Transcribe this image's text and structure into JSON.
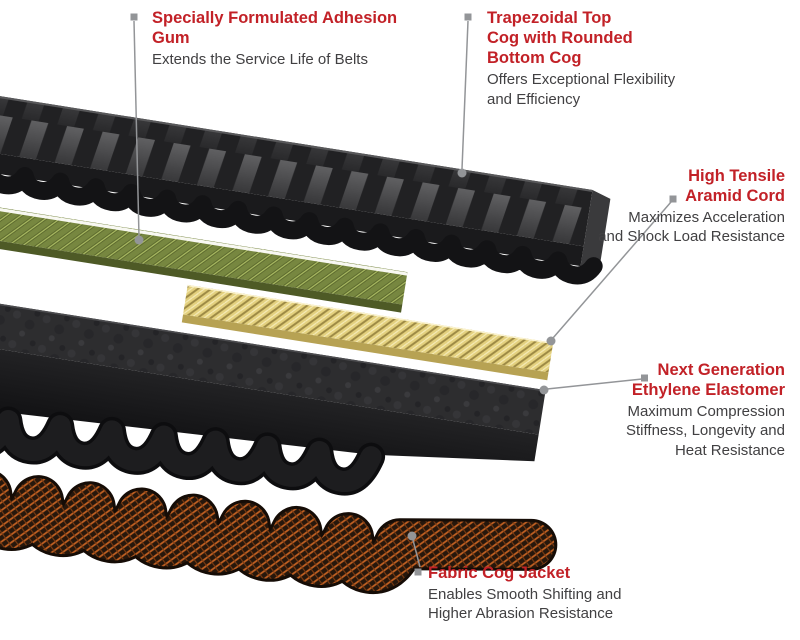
{
  "colors": {
    "accent": "#c22127",
    "text": "#414042",
    "line": "#939598"
  },
  "callouts": [
    {
      "id": "adhesion-gum",
      "title": "Specially Formulated Adhesion\nGum",
      "desc": "Extends the Service Life of Belts"
    },
    {
      "id": "top-cog",
      "title": "Trapezoidal Top\nCog with Rounded\nBottom Cog",
      "desc": "Offers Exceptional Flexibility\nand Efficiency"
    },
    {
      "id": "aramid-cord",
      "title": "High Tensile\nAramid Cord",
      "desc": "Maximizes Acceleration\nand Shock Load Resistance"
    },
    {
      "id": "elastomer",
      "title": "Next Generation\nEthylene Elastomer",
      "desc": "Maximum Compression\nStiffness, Longevity and\nHeat Resistance"
    },
    {
      "id": "fabric-jacket",
      "title": "Fabric Cog Jacket",
      "desc": "Enables Smooth Shifting and\nHigher Abrasion Resistance"
    }
  ],
  "layers": [
    {
      "name": "trapezoidal-top-cog",
      "color": "#2f2f31"
    },
    {
      "name": "adhesion-gum",
      "color": "#778740"
    },
    {
      "name": "aramid-cord",
      "color": "#e3d07e"
    },
    {
      "name": "ethylene-elastomer",
      "color": "#1b1b1d"
    },
    {
      "name": "fabric-cog-jacket",
      "color": "#c06022"
    }
  ]
}
